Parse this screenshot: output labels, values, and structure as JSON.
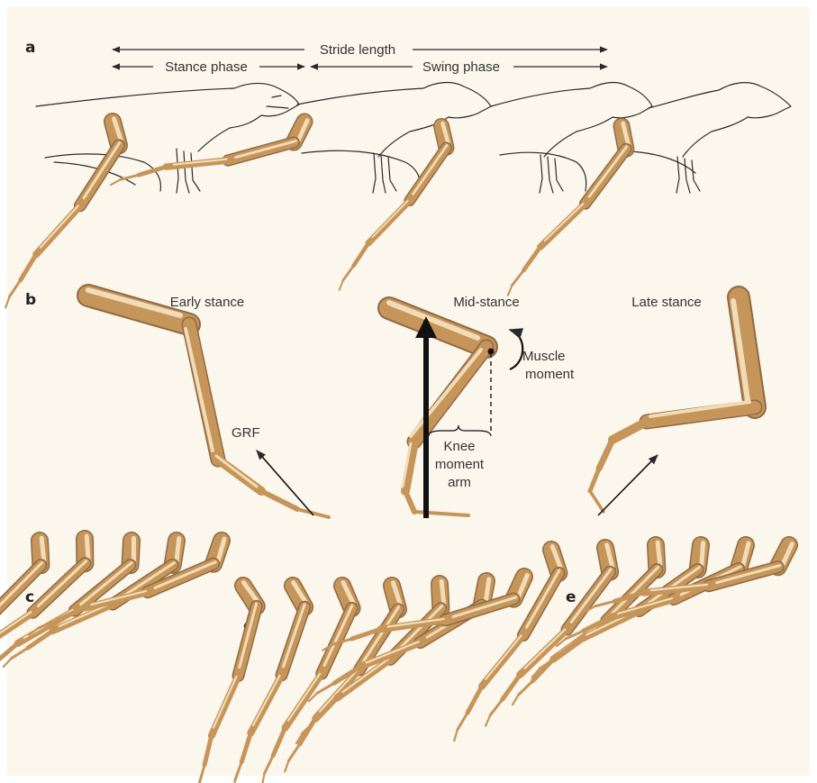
{
  "colors": {
    "background": "#fbf7ec",
    "bone": "#c6955a",
    "bone_highlight": "#f2dcb8",
    "ink": "#2a2a2a"
  },
  "panel_a": {
    "label": "a",
    "stride_length": "Stride length",
    "stance_phase": "Stance phase",
    "swing_phase": "Swing phase"
  },
  "panel_b": {
    "label": "b",
    "early_stance": "Early stance",
    "mid_stance": "Mid-stance",
    "late_stance": "Late stance",
    "grf": "GRF",
    "muscle_line1": "Muscle",
    "muscle_line2": "moment",
    "knee_line1": "Knee",
    "knee_line2": "moment",
    "knee_line3": "arm"
  },
  "panel_c": {
    "label": "c"
  },
  "panel_d": {
    "label": "d"
  },
  "panel_e": {
    "label": "e"
  }
}
